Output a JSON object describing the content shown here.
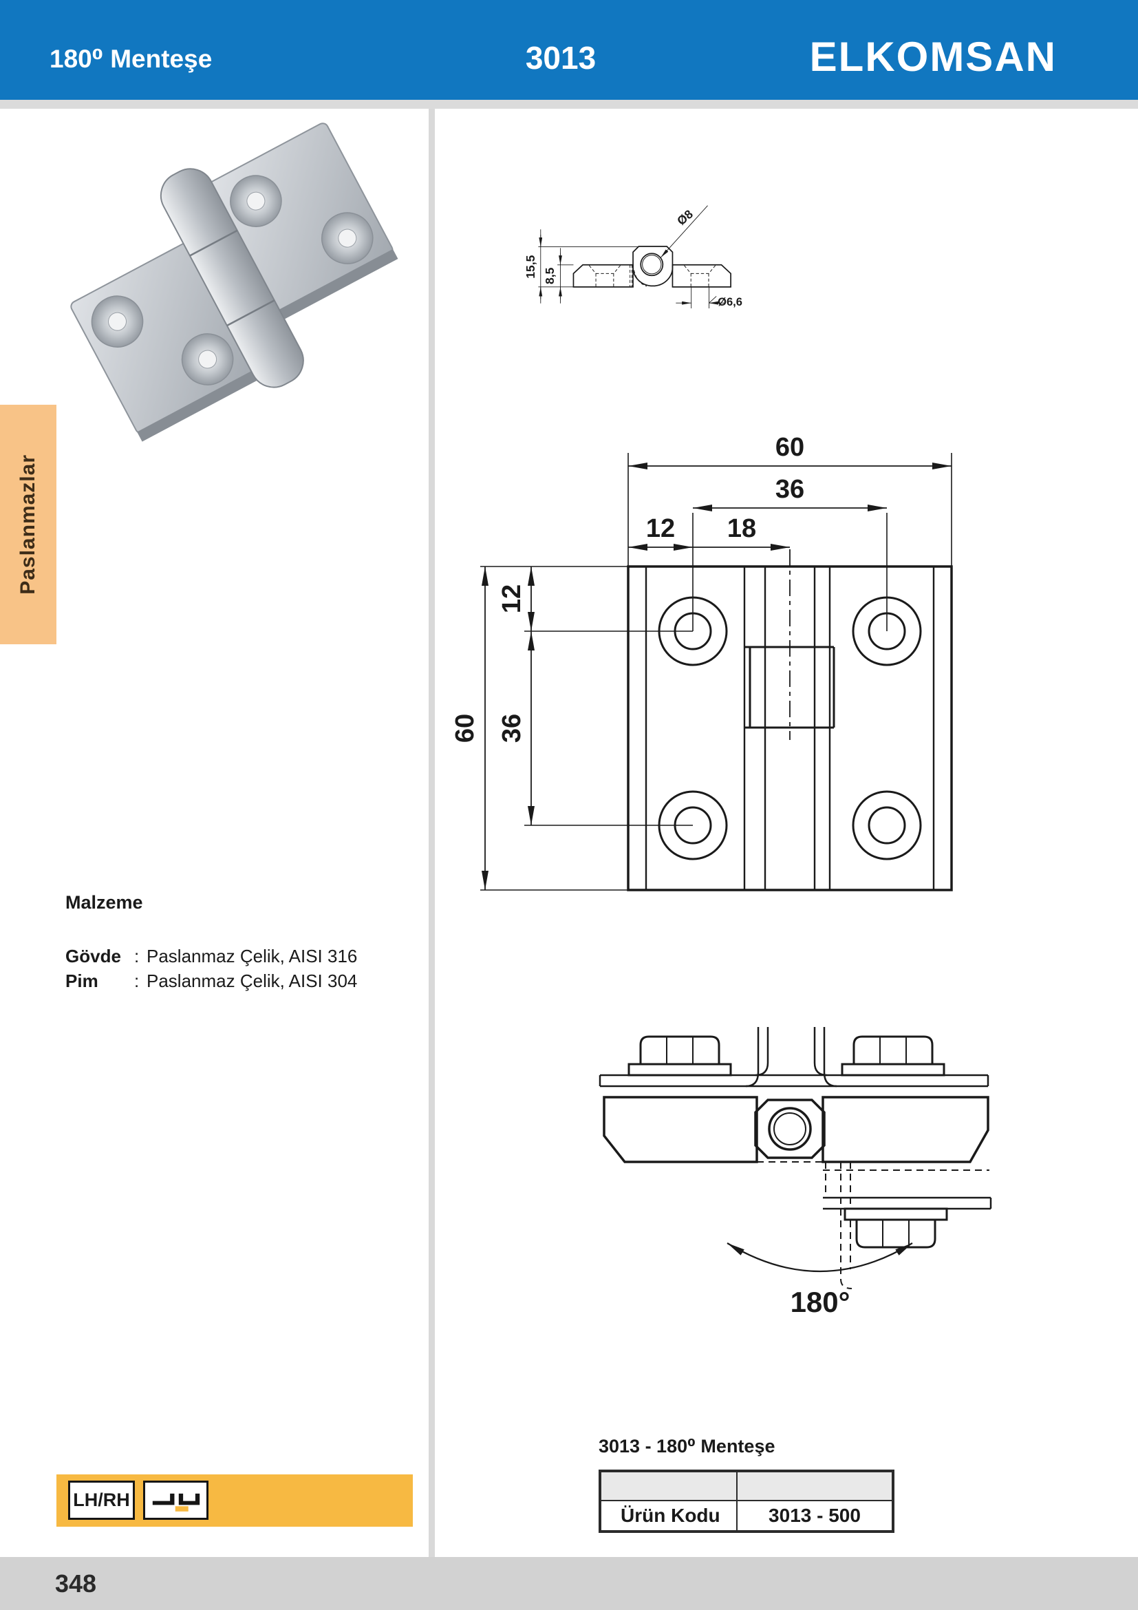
{
  "header": {
    "category": "180⁰ Menteşe",
    "code": "3013",
    "brand": "ELKOMSAN"
  },
  "sidebar": {
    "tab": "Paslanmazlar"
  },
  "material": {
    "title": "Malzeme",
    "rows": [
      {
        "label": "Gövde",
        "sep": ":",
        "value": "Paslanmaz Çelik, AISI 316"
      },
      {
        "label": "Pim",
        "sep": ":",
        "value": "Paslanmaz Çelik, AISI 304"
      }
    ]
  },
  "drawings": {
    "profile": {
      "total_height": "15,5",
      "leaf_height": "8,5",
      "pin_diameter": "Ø8",
      "hole_diameter": "Ø6,6"
    },
    "front": {
      "width": "60",
      "hole_span_h": "36",
      "edge_to_hole": "12",
      "hole_to_center": "18",
      "edge_to_hole_v": "12",
      "hole_span_v": "36",
      "height": "60"
    },
    "mounted": {
      "angle": "180°"
    }
  },
  "product": {
    "drawing_title": "3013 - 180⁰ Menteşe",
    "table": {
      "header": [
        "",
        ""
      ],
      "rows": [
        [
          "Ürün Kodu",
          "3013 - 500"
        ]
      ]
    }
  },
  "badges": {
    "handing": "LH/RH"
  },
  "footer": {
    "page_number": "348"
  },
  "colors": {
    "header_bg": "#1177C0",
    "tab_bg": "#F8C387",
    "bar_bg": "#F7B942",
    "footer_bg": "#D2D2D2",
    "strip": "#DBDBDB",
    "line": "#1A1A1A"
  }
}
